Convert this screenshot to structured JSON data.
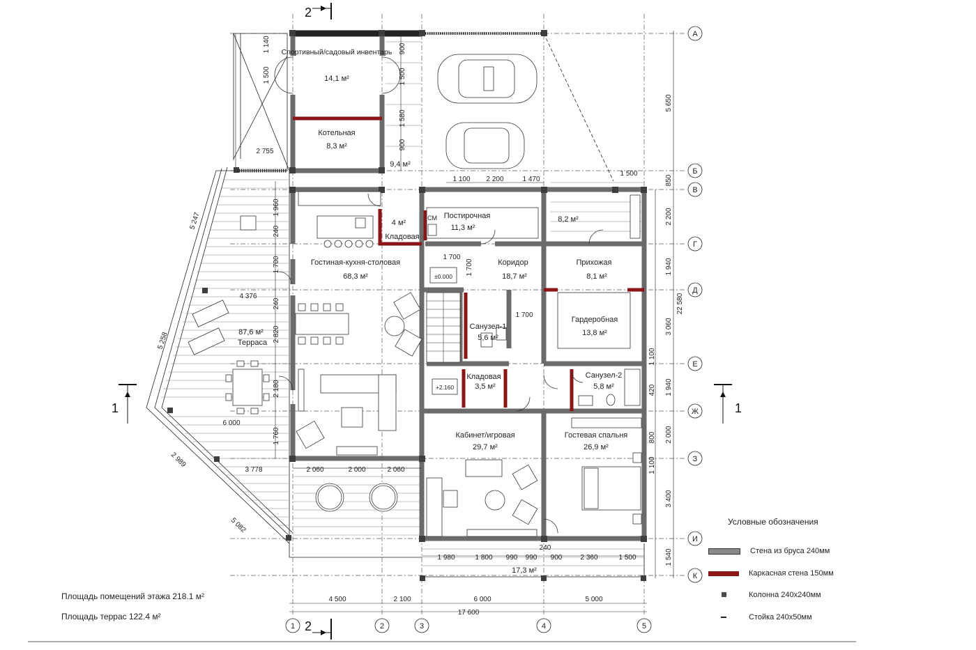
{
  "rooms": [
    {
      "name": "Спортивный/садовый инвентарь",
      "area": "14,1 м²"
    },
    {
      "name": "Котельная",
      "area": "8,3 м²"
    },
    {
      "name": "",
      "area": "9,4 м²"
    },
    {
      "name": "",
      "area": "4 м²"
    },
    {
      "name": "Кладовая",
      "area": ""
    },
    {
      "name": "Постирочная",
      "area": "11,3 м²"
    },
    {
      "name": "СМ",
      "area": ""
    },
    {
      "name": "",
      "area": "8,2 м²"
    },
    {
      "name": "Гостиная-кухня-столовая",
      "area": "68,3 м²"
    },
    {
      "name": "Коридор",
      "area": "18,7 м²"
    },
    {
      "name": "Прихожая",
      "area": "8,1 м²"
    },
    {
      "name": "Гардеробная",
      "area": "13,8 м²"
    },
    {
      "name": "Санузел-1",
      "area": "5,6 м²"
    },
    {
      "name": "Терраса",
      "area": "87,6 м²"
    },
    {
      "name": "Кладовая",
      "area": "3,5 м²"
    },
    {
      "name": "Санузел-2",
      "area": "5,8 м²"
    },
    {
      "name": "Кабинет/игровая",
      "area": "29,7 м²"
    },
    {
      "name": "Гостевая спальня",
      "area": "26,9 м²"
    },
    {
      "name": "",
      "area": "17,3 м²"
    }
  ],
  "levels": [
    "±0.000",
    "+2.160"
  ],
  "axes_letters": [
    "А",
    "Б",
    "В",
    "Г",
    "Д",
    "Е",
    "Ж",
    "З",
    "И",
    "К"
  ],
  "axes_numbers": [
    "1",
    "2",
    "3",
    "4",
    "5"
  ],
  "section_marks": [
    "2",
    "2",
    "1",
    "1"
  ],
  "dimensions_right": [
    "5 650",
    "850",
    "2 200",
    "1 940",
    "3 060",
    "1 940",
    "2 000",
    "3 400",
    "1 540",
    "22 580"
  ],
  "dimensions_right_inner": [
    "1 100",
    "420",
    "800",
    "1 100"
  ],
  "dimensions_bottom": [
    "4 500",
    "2 100",
    "6 000",
    "5 000",
    "17 600"
  ],
  "dimensions_interior": [
    "2 755",
    "1 100",
    "2 200",
    "1 470",
    "1 500",
    "1 700",
    "1 700",
    "1 700",
    "6 000",
    "3 778",
    "2 060",
    "2 000",
    "2 060",
    "1 980",
    "1 800",
    "990",
    "990",
    "900",
    "2 360",
    "1 500",
    "240"
  ],
  "dimensions_left": [
    "1 140",
    "1 500",
    "1 960",
    "240",
    "1 700",
    "240",
    "2 820",
    "2 180",
    "1 760"
  ],
  "dimensions_top_vertical": [
    "900",
    "1 500",
    "1 580",
    "900"
  ],
  "dimensions_diagonal": [
    "5 247",
    "4 376",
    "5 258",
    "2 989",
    "5 082"
  ],
  "summary": {
    "floor_area": "Площадь помещений этажа 218.1 м²",
    "terrace_area": "Площадь террас 122.4 м²"
  },
  "legend": {
    "title": "Условные обозначения",
    "items": [
      {
        "label": "Стена из бруса 240мм",
        "color": "#8a8a8a"
      },
      {
        "label": "Каркасная стена 150мм",
        "color": "#8b1414"
      },
      {
        "label": "Колонна 240х240мм",
        "color": "#4a4a4a"
      },
      {
        "label": "Стойка 240х50мм",
        "color": "#222222"
      }
    ]
  }
}
